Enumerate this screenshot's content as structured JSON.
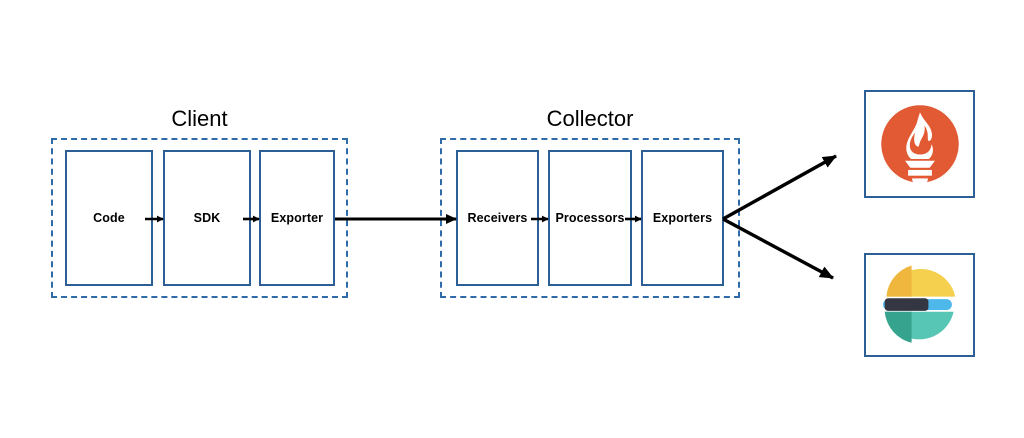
{
  "diagram": {
    "title_client": "Client",
    "title_collector": "Collector",
    "groups": [
      {
        "name": "client",
        "label": "Client"
      },
      {
        "name": "collector",
        "label": "Collector"
      }
    ],
    "client_stages": [
      {
        "id": "code",
        "label": "Code"
      },
      {
        "id": "sdk",
        "label": "SDK"
      },
      {
        "id": "exporter",
        "label": "Exporter"
      }
    ],
    "collector_stages": [
      {
        "id": "receivers",
        "label": "Receivers"
      },
      {
        "id": "processors",
        "label": "Processors"
      },
      {
        "id": "exporters",
        "label": "Exporters"
      }
    ],
    "destinations": [
      {
        "id": "prometheus",
        "icon": "prometheus-logo-icon"
      },
      {
        "id": "elastic",
        "icon": "elastic-logo-icon"
      }
    ],
    "connectors": [
      {
        "id": "code-to-sdk",
        "from": "code",
        "to": "sdk"
      },
      {
        "id": "sdk-to-exporter",
        "from": "sdk",
        "to": "exporter"
      },
      {
        "id": "client-to-collector",
        "from": "exporter",
        "to": "receivers"
      },
      {
        "id": "receivers-to-processors",
        "from": "receivers",
        "to": "processors"
      },
      {
        "id": "processors-to-exporters",
        "from": "processors",
        "to": "exporters"
      },
      {
        "id": "exporters-to-prometheus",
        "from": "exporters",
        "to": "prometheus"
      },
      {
        "id": "exporters-to-elastic",
        "from": "exporters",
        "to": "elastic"
      }
    ]
  },
  "colors": {
    "box_border": "#2b5f96",
    "group_border": "#2f6ba8",
    "arrow": "#000000",
    "background": "#ffffff",
    "prometheus_orange": "#e25a33",
    "prometheus_flame": "#ffffff",
    "elastic_yellow": "#f5d04e",
    "elastic_yellow_dark": "#efb73e",
    "elastic_blue": "#4eb8ea",
    "elastic_dark": "#343741",
    "elastic_teal": "#57c6b4",
    "elastic_teal_dark": "#36a38f"
  }
}
